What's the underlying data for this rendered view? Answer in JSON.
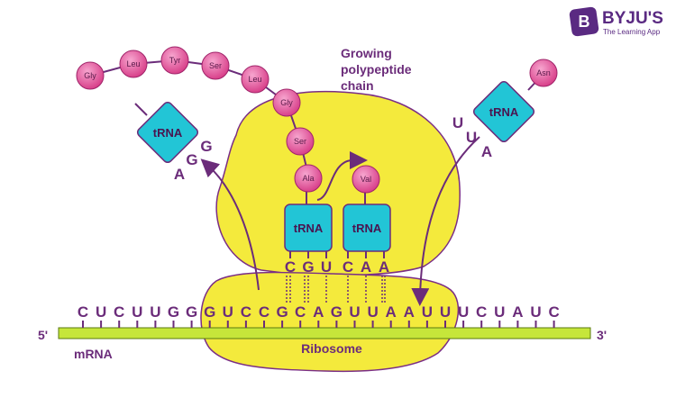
{
  "brand": {
    "logo_letter": "B",
    "name": "BYJU'S",
    "tagline": "The Learning App",
    "color": "#5a2a82"
  },
  "colors": {
    "ribosome": "#f4ea3c",
    "ribosome_stroke": "#7a2e86",
    "trna": "#22c5d6",
    "amino_acid": "#e0569a",
    "mrna_strand": "#c6e63a",
    "text": "#6b2c7a"
  },
  "labels": {
    "polypeptide": [
      "Growing",
      "polypeptide",
      "chain"
    ],
    "mrna": "mRNA",
    "ribosome": "Ribosome",
    "five_prime": "5'",
    "three_prime": "3'"
  },
  "chain_amino_acids": [
    "Gly",
    "Leu",
    "Tyr",
    "Ser",
    "Leu",
    "Gly",
    "Ser",
    "Ala"
  ],
  "incoming_amino_acid": "Val",
  "arriving_amino_acid": "Asn",
  "trna_label": "tRNA",
  "mrna_bases": [
    "C",
    "U",
    "C",
    "U",
    "U",
    "G",
    "G",
    "G",
    "U",
    "C",
    "C",
    "G",
    "C",
    "A",
    "G",
    "U",
    "U",
    "A",
    "A",
    "U",
    "U",
    "U",
    "C",
    "U",
    "A",
    "U",
    "C"
  ],
  "p_site_anticodon": [
    "C",
    "G",
    "U"
  ],
  "a_site_anticodon": [
    "C",
    "A",
    "A"
  ],
  "exiting_trna_anticodon": [
    "A",
    "G",
    "G"
  ],
  "arriving_trna_anticodon": [
    "U",
    "U",
    "A"
  ]
}
